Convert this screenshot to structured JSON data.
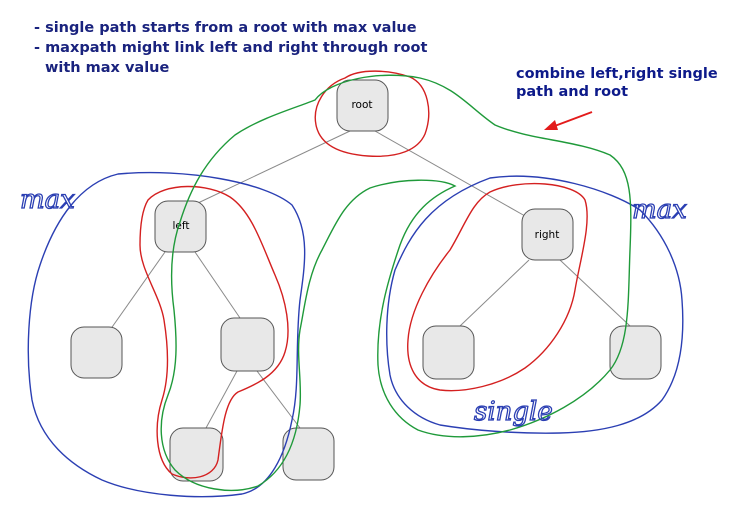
{
  "notes": [
    "- single path starts from a root with max value",
    "- maxpath might link left and right through root",
    "with max value"
  ],
  "callout": {
    "line1": "combine left,right single",
    "line2": "path and root"
  },
  "handwritten": {
    "max_left": "max",
    "max_right": "max",
    "single": "single"
  },
  "nodes": {
    "root": "root",
    "left": "left",
    "right": "right"
  },
  "colors": {
    "text_blue": "#1a237e",
    "max_outline": "#2b3fb3",
    "single_outline": "#d42020",
    "combined_outline": "#1f9a3a",
    "arrow": "#e31b1b"
  }
}
